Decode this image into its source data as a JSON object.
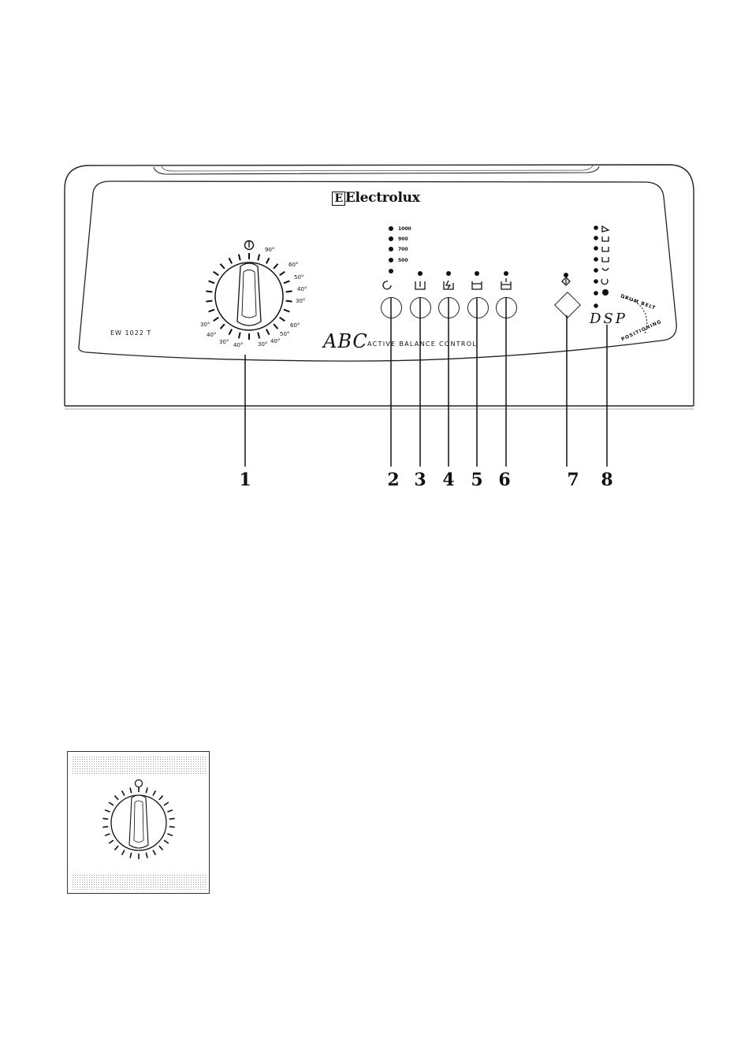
{
  "brand": "Electrolux",
  "model": "EW 1022 T",
  "abc": "ABC",
  "abc_subtitle": "ACTIVE BALANCE CONTROL",
  "dsp": "DSP",
  "drum_belt": "DRUM BELT",
  "positioning": "POSITIONING",
  "spin_speeds": [
    "1000",
    "900",
    "700",
    "500"
  ],
  "dial_temps_right": [
    "90°",
    "60°",
    "50°",
    "40°",
    "30°",
    "60°",
    "50°",
    "40°",
    "30°"
  ],
  "dial_temps_left": [
    "30°",
    "40°",
    "30°",
    "40°"
  ],
  "callouts": [
    "1",
    "2",
    "3",
    "4",
    "5",
    "6",
    "7",
    "8"
  ],
  "icons": [
    "power-icon",
    "spin-icon",
    "rinse-hold-icon",
    "quick-icon",
    "extra-rinse-icon",
    "prewash-icon",
    "start-icon"
  ]
}
